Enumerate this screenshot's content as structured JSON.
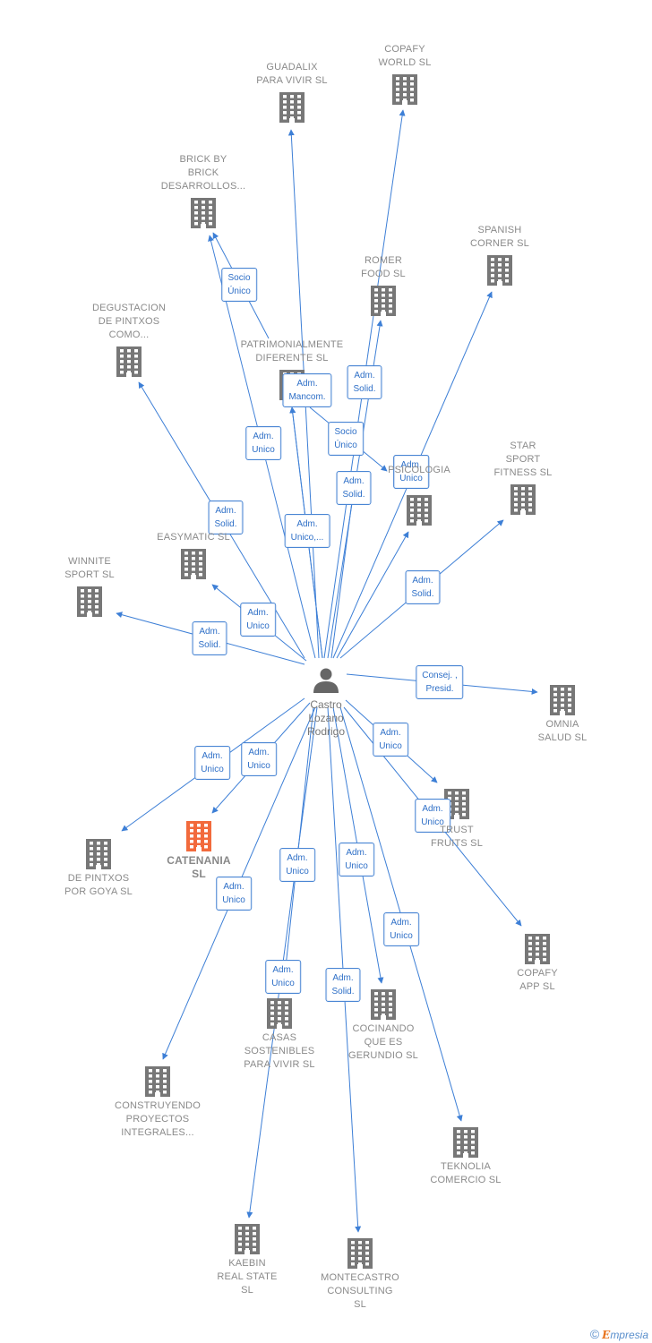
{
  "center": {
    "label": "Castro\nLozano\nRodrigo"
  },
  "highlight_color": "#f26a3c",
  "building_color": "#777777",
  "edge_color": "#3d7fd6",
  "nodes": [
    {
      "id": "copafy-world",
      "label": "COPAFY\nWORLD  SL"
    },
    {
      "id": "guadalix",
      "label": "GUADALIX\nPARA VIVIR  SL"
    },
    {
      "id": "brick",
      "label": "BRICK BY\nBRICK\nDESARROLLOS..."
    },
    {
      "id": "spanish-corner",
      "label": "SPANISH\nCORNER  SL"
    },
    {
      "id": "romer",
      "label": "ROMER\nFOOD  SL"
    },
    {
      "id": "degustacion",
      "label": "DEGUSTACION\nDE PINTXOS\nCOMO..."
    },
    {
      "id": "patrimonialmente",
      "label": "PATRIMONIALMENTE\nDIFERENTE  SL"
    },
    {
      "id": "psicologia",
      "label": "PSICOLOGIA"
    },
    {
      "id": "star-sport",
      "label": "STAR\nSPORT\nFITNESS SL"
    },
    {
      "id": "easymatic",
      "label": "EASYMATIC SL"
    },
    {
      "id": "winnite",
      "label": "WINNITE\nSPORT  SL"
    },
    {
      "id": "omnia",
      "label": "OMNIA\nSALUD SL"
    },
    {
      "id": "trust-fruits",
      "label": "TRUST\nFRUITS  SL"
    },
    {
      "id": "catenania",
      "label": "CATENANIA\nSL"
    },
    {
      "id": "de-pintxos",
      "label": "DE PINTXOS\nPOR GOYA  SL"
    },
    {
      "id": "copafy-app",
      "label": "COPAFY\nAPP  SL"
    },
    {
      "id": "cocinando",
      "label": "COCINANDO\nQUE ES\nGERUNDIO  SL"
    },
    {
      "id": "casas",
      "label": "CASAS\nSOSTENIBLES\nPARA VIVIR  SL"
    },
    {
      "id": "construyendo",
      "label": "CONSTRUYENDO\nPROYECTOS\nINTEGRALES..."
    },
    {
      "id": "teknolia",
      "label": "TEKNOLIA\nCOMERCIO SL"
    },
    {
      "id": "kaebin",
      "label": "KAEBIN\nREAL STATE\nSL"
    },
    {
      "id": "montecastro",
      "label": "MONTECASTRO\nCONSULTING\nSL"
    }
  ],
  "edges": [
    {
      "from": "center",
      "to": "copafy-world",
      "label": ""
    },
    {
      "from": "center",
      "to": "guadalix",
      "label": "Adm.\nUnico"
    },
    {
      "from": "center",
      "to": "brick",
      "label": ""
    },
    {
      "from": "patrimonialmente",
      "to": "brick",
      "label": "Socio\nÚnico"
    },
    {
      "from": "center",
      "to": "spanish-corner",
      "label": "Adm.\nUnico"
    },
    {
      "from": "center",
      "to": "romer",
      "label": "Adm.\nSolid."
    },
    {
      "from": "center",
      "to": "degustacion",
      "label": "Adm.\nSolid."
    },
    {
      "from": "center",
      "to": "patrimonialmente",
      "label": "Adm.\nMancom."
    },
    {
      "from": "center",
      "to": "patrimonialmente",
      "label": "Adm.\nUnico,..."
    },
    {
      "from": "patrimonialmente",
      "to": "psicologia",
      "label": "Socio\nÚnico"
    },
    {
      "from": "center",
      "to": "psicologia",
      "label": "Adm.\nSolid."
    },
    {
      "from": "center",
      "to": "psicologia",
      "label": "Adm.\nUnico"
    },
    {
      "from": "center",
      "to": "star-sport",
      "label": "Adm.\nSolid."
    },
    {
      "from": "center",
      "to": "easymatic",
      "label": "Adm.\nUnico"
    },
    {
      "from": "center",
      "to": "winnite",
      "label": "Adm.\nSolid."
    },
    {
      "from": "center",
      "to": "omnia",
      "label": "Consej. ,\nPresid."
    },
    {
      "from": "center",
      "to": "trust-fruits",
      "label": "Adm.\nUnico"
    },
    {
      "from": "center",
      "to": "catenania",
      "label": "Adm.\nUnico"
    },
    {
      "from": "center",
      "to": "de-pintxos",
      "label": "Adm.\nUnico"
    },
    {
      "from": "center",
      "to": "copafy-app",
      "label": "Adm.\nUnico"
    },
    {
      "from": "center",
      "to": "cocinando",
      "label": "Adm.\nUnico"
    },
    {
      "from": "center",
      "to": "casas",
      "label": "Adm.\nUnico"
    },
    {
      "from": "center",
      "to": "construyendo",
      "label": "Adm.\nUnico"
    },
    {
      "from": "center",
      "to": "teknolia",
      "label": "Adm.\nUnico"
    },
    {
      "from": "center",
      "to": "kaebin",
      "label": "Adm.\nUnico"
    },
    {
      "from": "center",
      "to": "montecastro",
      "label": "Adm.\nSolid."
    }
  ],
  "footer": {
    "copyright": "©",
    "brand_e": "E",
    "brand_rest": "mpresia"
  }
}
